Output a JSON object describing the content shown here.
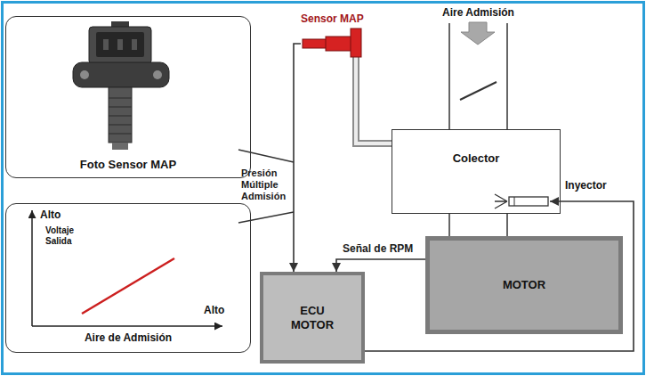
{
  "diagram": {
    "nodes": [
      {
        "text": [
          "Foto Sensor MAP"
        ]
      },
      {
        "text": [
          "Sensor MAP"
        ]
      },
      {
        "text": [
          "Colector"
        ]
      },
      {
        "text": [
          "Inyector"
        ],
        "in": 2
      },
      {
        "text": [
          "Alto",
          "Voltaje Salida",
          "Alto",
          "Aire de Admisión"
        ]
      },
      {
        "text": [
          "ECU MOTOR"
        ]
      },
      {
        "text": [
          "MOTOR"
        ]
      }
    ],
    "edges": [
      {
        "from": 1,
        "to": 2,
        "arrow": "none"
      },
      {
        "from": 1,
        "to": 5,
        "arrow": "to",
        "label": "Presión Múltiple Admisión"
      },
      {
        "from": 6,
        "to": 5,
        "arrow": "to",
        "label": "Señal de RPM"
      },
      {
        "from": 5,
        "to": 3,
        "arrow": "to"
      }
    ],
    "labels": [
      "Aire Admisión"
    ]
  }
}
